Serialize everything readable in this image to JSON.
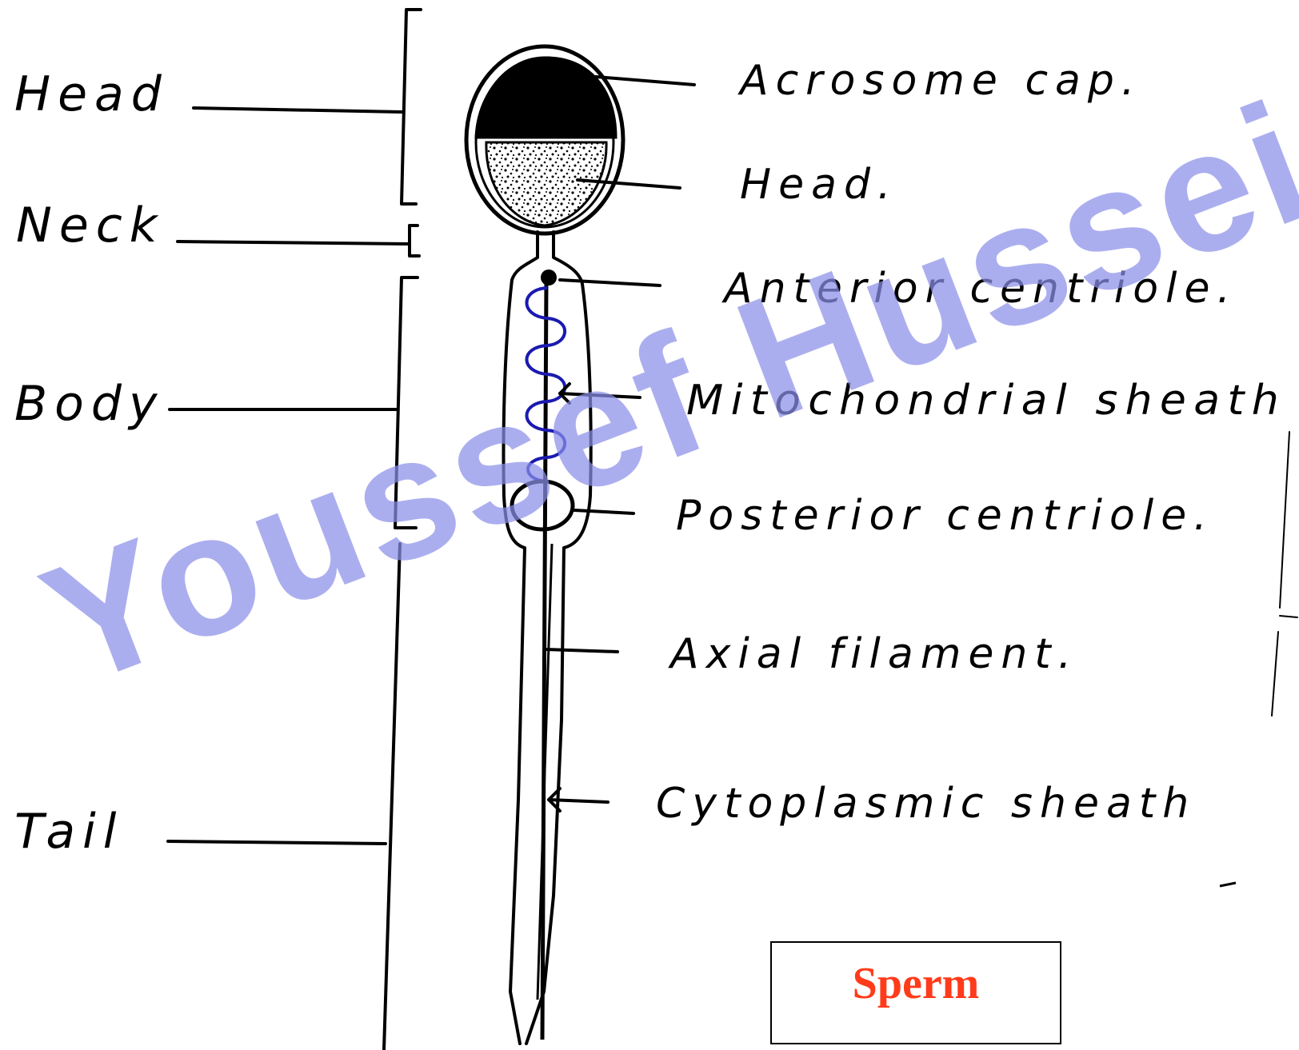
{
  "colors": {
    "ink": "#000000",
    "caption_text": "#ff3b1a",
    "watermark": "#8a8fe8",
    "mitochondria_coil": "#1a1ab0"
  },
  "regions": [
    {
      "id": "head",
      "label": "Head"
    },
    {
      "id": "neck",
      "label": "Neck"
    },
    {
      "id": "body",
      "label": "Body"
    },
    {
      "id": "tail",
      "label": "Tail"
    }
  ],
  "parts": [
    {
      "id": "acrosome-cap",
      "label": "Acrosome cap."
    },
    {
      "id": "head",
      "label": "Head."
    },
    {
      "id": "anterior-centriole",
      "label": "Anterior centriole."
    },
    {
      "id": "mitochondrial-sheath",
      "label": "Mitochondrial sheath"
    },
    {
      "id": "posterior-centriole",
      "label": "Posterior centriole."
    },
    {
      "id": "axial-filament",
      "label": "Axial filament."
    },
    {
      "id": "cytoplasmic-sheath",
      "label": "Cytoplasmic sheath"
    }
  ],
  "caption": "Sperm",
  "watermark": "Youssef Hussein"
}
